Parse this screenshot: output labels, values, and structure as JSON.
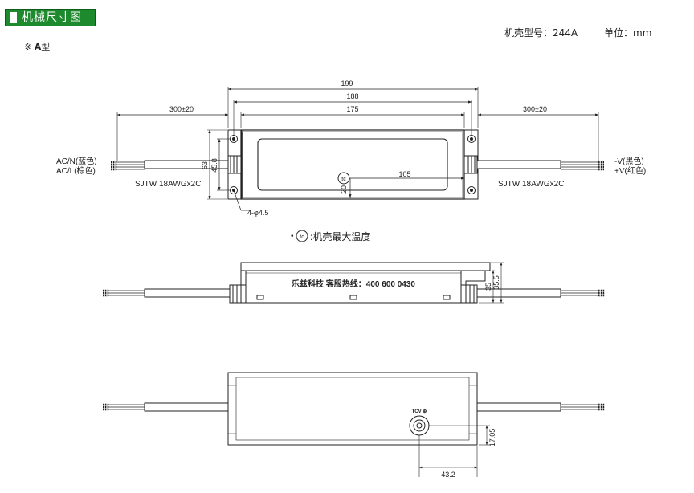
{
  "header": {
    "title": "机械尺寸图"
  },
  "type_label": {
    "symbol": "※",
    "model": "A",
    "suffix": "型"
  },
  "meta": {
    "model_no": "机壳型号：244A",
    "unit": "单位：mm"
  },
  "top_view": {
    "dims": {
      "overall": "199",
      "mounting": "188",
      "body": "175",
      "lead_left": "300±20",
      "lead_right": "300±20",
      "height_outer": "63",
      "height_inner": "45.8",
      "tc_x": "105",
      "tc_y": "20",
      "holes": "4-φ4.5"
    },
    "labels": {
      "acn": "AC/N(蓝色)",
      "acl": "AC/L(棕色)",
      "cable_left": "SJTW 18AWGx2C",
      "cable_right": "SJTW 18AWGx2C",
      "vneg": "-V(黑色)",
      "vpos": "+V(红色)",
      "tc": "tc"
    }
  },
  "legend": {
    "bullet": "•",
    "tc": "tc",
    "text": ":机壳最大温度"
  },
  "side_view": {
    "label": "乐兹科技  客服热线：400  600  0430",
    "dims": {
      "h1": "35",
      "h2": "35.5"
    }
  },
  "bottom_view": {
    "port_label": "TCV ⊕",
    "dims": {
      "v": "17.05",
      "h": "43.2"
    }
  }
}
